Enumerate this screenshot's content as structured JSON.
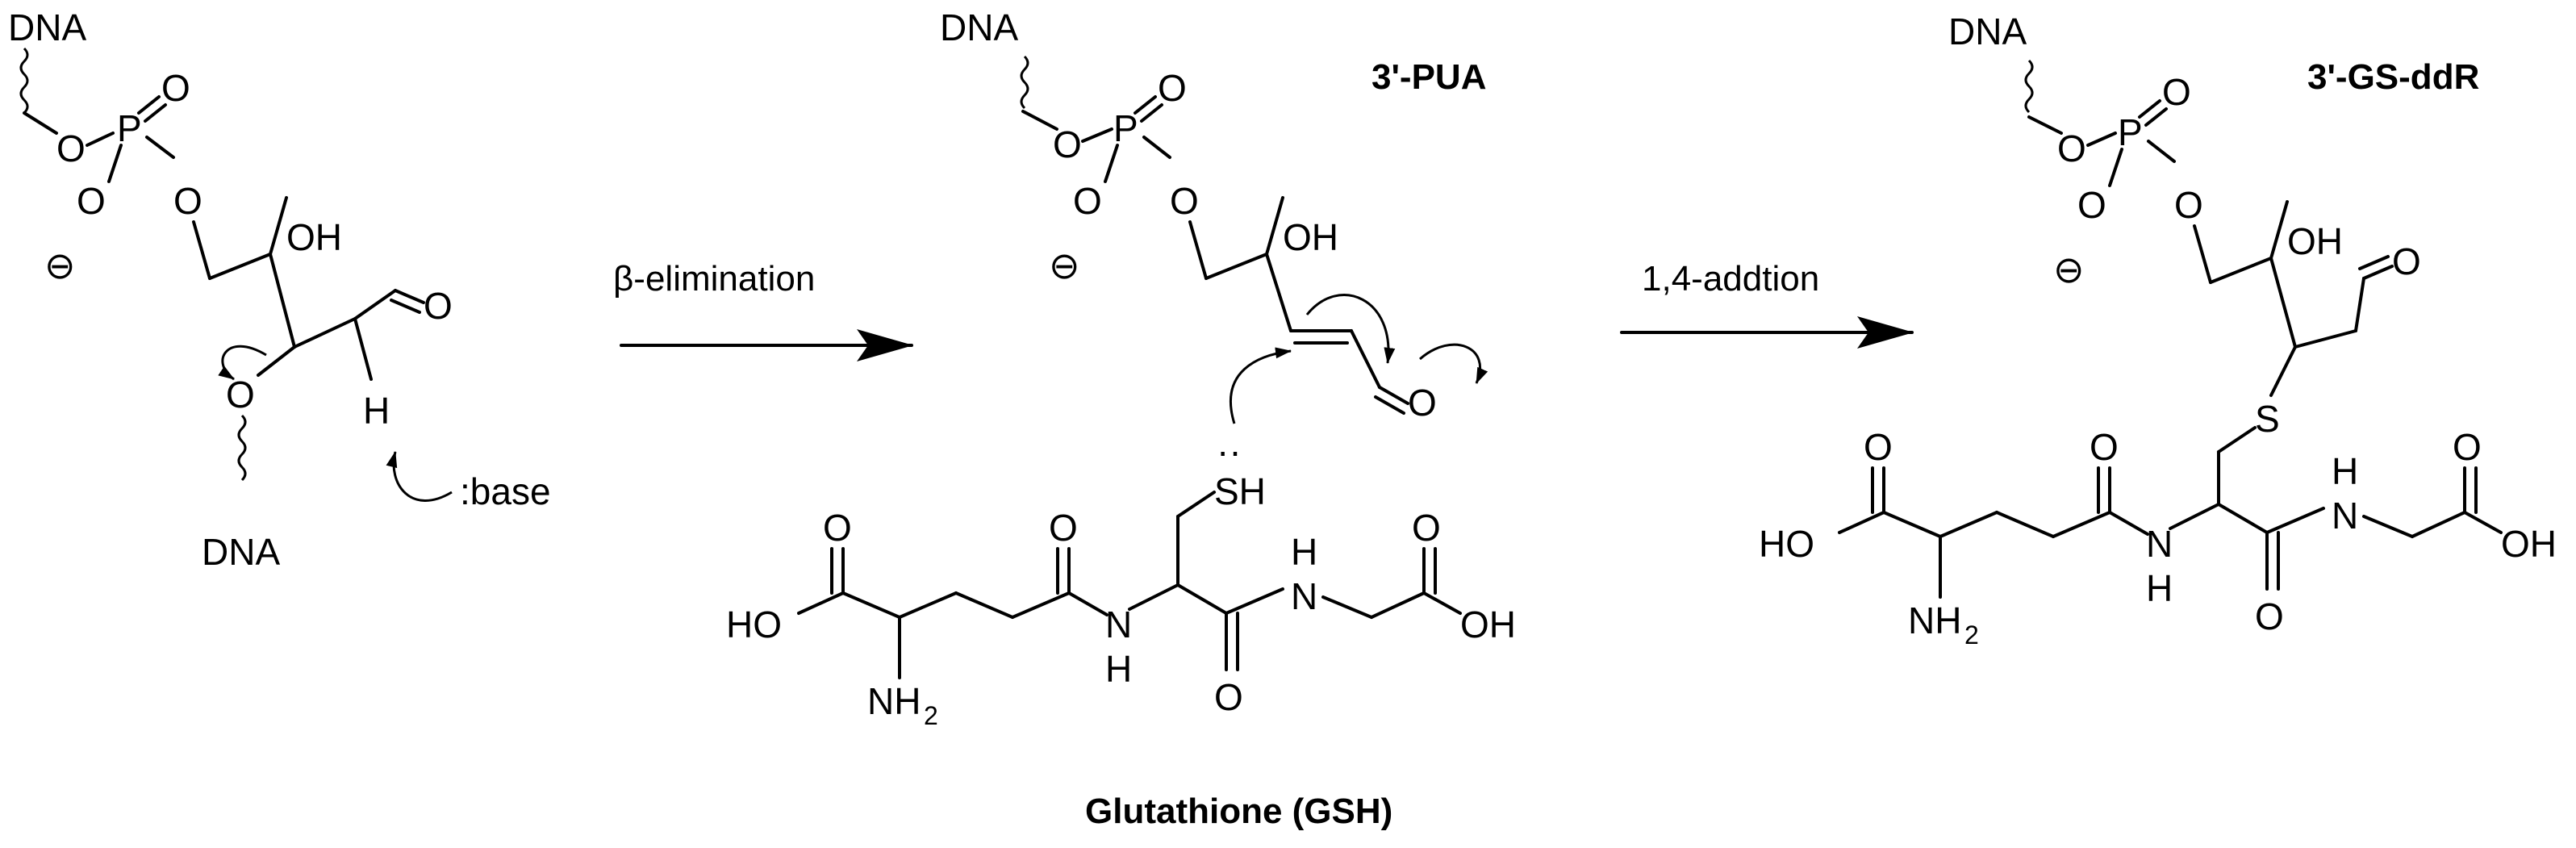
{
  "atoms": {
    "dna": "DNA",
    "phosphorus": "P",
    "oxygen": "O",
    "hydroxyl": "OH",
    "hydroxyl_left": "HO",
    "hydrogen": "H",
    "amine": "NH",
    "amine_sub": "2",
    "nitrogen": "N",
    "sulfur_h": "SH",
    "sulfur": "S",
    "charge_minus": "⊖",
    "lone_pair": "··",
    "base": ":base"
  },
  "reactions": {
    "step1": "β-elimination",
    "step2": "1,4-addtion"
  },
  "compounds": {
    "intermediate": "3'-PUA",
    "reagent": "Glutathione (GSH)",
    "product": "3'-GS-ddR"
  }
}
